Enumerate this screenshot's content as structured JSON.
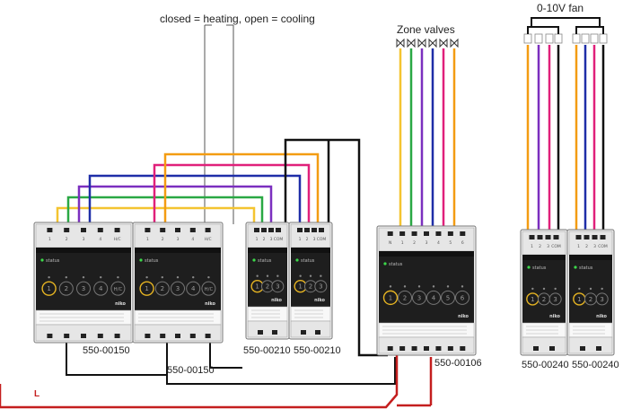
{
  "labels": {
    "thermostat_note": "closed = heating, open = cooling",
    "zone_valves": "Zone valves",
    "fan": "0-10V fan",
    "line": "L"
  },
  "modules": [
    {
      "id": "m1",
      "part": "550-00150",
      "buttons": [
        "1",
        "2",
        "3",
        "4",
        "H/C"
      ],
      "terminals": [
        "1",
        "2",
        "3",
        "4",
        "H/C"
      ]
    },
    {
      "id": "m2",
      "part": "550-00150",
      "buttons": [
        "1",
        "2",
        "3",
        "4",
        "H/C"
      ],
      "terminals": [
        "1",
        "2",
        "3",
        "4",
        "H/C"
      ]
    },
    {
      "id": "m3",
      "part": "550-00210",
      "buttons": [
        "1",
        "2",
        "3"
      ],
      "terminals": [
        "1",
        "2",
        "3",
        "COM"
      ]
    },
    {
      "id": "m4",
      "part": "550-00210",
      "buttons": [
        "1",
        "2",
        "3"
      ],
      "terminals": [
        "1",
        "2",
        "3",
        "COM"
      ]
    },
    {
      "id": "m5",
      "part": "550-00106",
      "buttons": [
        "1",
        "2",
        "3",
        "4",
        "5",
        "6"
      ],
      "terminals": [
        "N",
        "1",
        "2",
        "3",
        "4",
        "5",
        "6"
      ]
    },
    {
      "id": "m6",
      "part": "550-00240",
      "buttons": [
        "1",
        "2",
        "3"
      ],
      "terminals": [
        "1",
        "2",
        "3",
        "COM"
      ]
    },
    {
      "id": "m7",
      "part": "550-00240",
      "buttons": [
        "1",
        "2",
        "3"
      ],
      "terminals": [
        "1",
        "2",
        "3",
        "COM"
      ]
    }
  ],
  "module_text": {
    "status": "status",
    "brand": "niko",
    "com": "COM"
  },
  "wire_colors": {
    "yellow": "#f4c430",
    "green": "#2aa844",
    "purple": "#7b2fbf",
    "blue": "#1f2ea8",
    "magenta": "#e0207a",
    "orange": "#f39c12",
    "black": "#111111",
    "red": "#c41e1e"
  }
}
